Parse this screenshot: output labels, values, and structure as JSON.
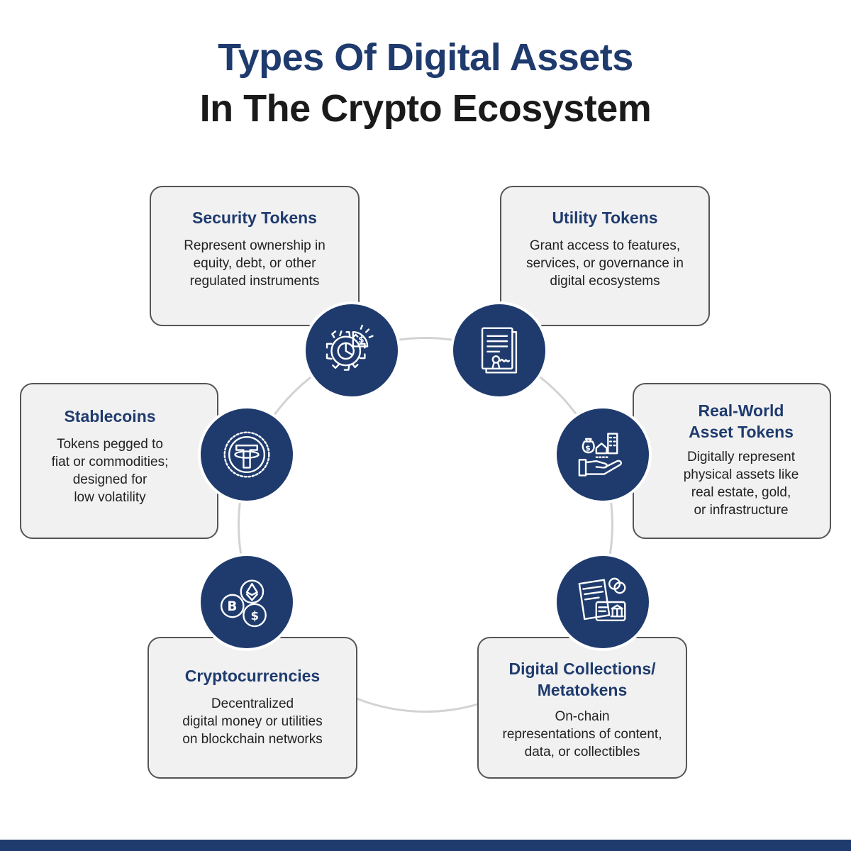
{
  "title": {
    "line1": "Types Of Digital Assets",
    "line2": "In The Crypto Ecosystem"
  },
  "cards": [
    {
      "id": "security",
      "title_lines": [
        "Security Tokens"
      ],
      "desc_lines": [
        "Represent ownership in",
        "equity, debt, or other",
        "regulated instruments"
      ],
      "icon": "gear-chart-dollar-icon"
    },
    {
      "id": "utility",
      "title_lines": [
        "Utility Tokens"
      ],
      "desc_lines": [
        "Grant access to features,",
        "services, or governance in",
        "digital ecosystems"
      ],
      "icon": "signed-document-icon"
    },
    {
      "id": "stablecoins",
      "title_lines": [
        "Stablecoins"
      ],
      "desc_lines": [
        "Tokens pegged to",
        "fiat or commodities;",
        "designed for",
        "low volatility"
      ],
      "icon": "tether-coin-icon"
    },
    {
      "id": "rwa",
      "title_lines": [
        "Real-World",
        "Asset Tokens"
      ],
      "desc_lines": [
        "Digitally represent",
        "physical assets like",
        "real estate, gold,",
        "or infrastructure"
      ],
      "icon": "hand-property-icon"
    },
    {
      "id": "crypto",
      "title_lines": [
        "Cryptocurrencies"
      ],
      "desc_lines": [
        "Decentralized",
        "digital money or utilities",
        "on blockchain networks"
      ],
      "icon": "crypto-coins-icon"
    },
    {
      "id": "collections",
      "title_lines": [
        "Digital Collections/",
        "Metatokens"
      ],
      "desc_lines": [
        "On-chain",
        "representations of content,",
        "data, or collectibles"
      ],
      "icon": "documents-card-icon"
    }
  ],
  "colors": {
    "navy": "#1f3b6e",
    "dark": "#1a1a1a",
    "card_bg": "#f1f1f1",
    "card_border": "#555555",
    "ring": "#d3d3d3"
  }
}
